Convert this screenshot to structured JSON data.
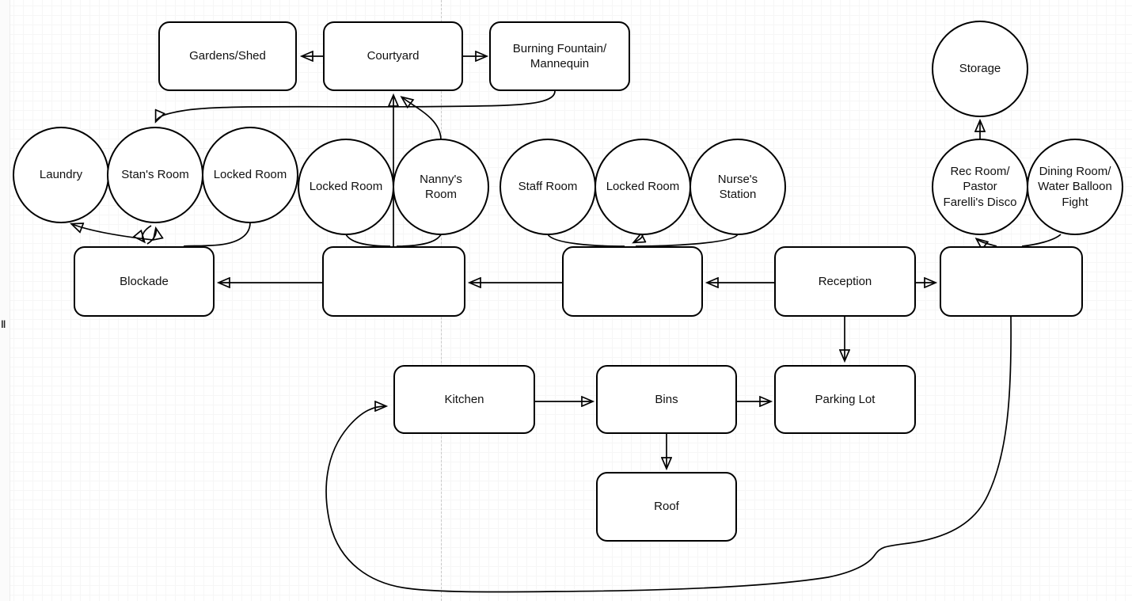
{
  "app": {
    "left_edge_marker": "‖"
  },
  "colors": {
    "shape_stroke": "#000000",
    "shape_fill": "#ffffff",
    "text": "#111111",
    "grid_minor": "#f6f6f6",
    "grid_major": "#e4e4e4",
    "page_break": "#c9c9c9"
  },
  "nodes": {
    "gardens_shed": {
      "label": "Gardens/Shed",
      "shape": "rounded-box"
    },
    "courtyard": {
      "label": "Courtyard",
      "shape": "rounded-box"
    },
    "burning_fountain_mannequin": {
      "label": "Burning Fountain/\nMannequin",
      "shape": "rounded-box"
    },
    "laundry": {
      "label": "Laundry",
      "shape": "circle"
    },
    "stans_room": {
      "label": "Stan's Room",
      "shape": "circle"
    },
    "locked_room_1": {
      "label": "Locked Room",
      "shape": "circle"
    },
    "locked_room_2": {
      "label": "Locked Room",
      "shape": "circle"
    },
    "nannys_room": {
      "label": "Nanny's\nRoom",
      "shape": "circle"
    },
    "staff_room": {
      "label": "Staff Room",
      "shape": "circle"
    },
    "locked_room_3": {
      "label": "Locked Room",
      "shape": "circle"
    },
    "nurses_station": {
      "label": "Nurse's\nStation",
      "shape": "circle"
    },
    "storage": {
      "label": "Storage",
      "shape": "circle"
    },
    "rec_room_pastor_farellis_disco": {
      "label": "Rec Room/\nPastor\nFarelli's Disco",
      "shape": "circle"
    },
    "dining_room_water_balloon_fight": {
      "label": "Dining Room/\nWater Balloon\nFight",
      "shape": "circle"
    },
    "blockade": {
      "label": "Blockade",
      "shape": "rounded-box"
    },
    "box_1": {
      "label": "",
      "shape": "rounded-box"
    },
    "box_2": {
      "label": "",
      "shape": "rounded-box"
    },
    "reception": {
      "label": "Reception",
      "shape": "rounded-box"
    },
    "box_3": {
      "label": "",
      "shape": "rounded-box"
    },
    "kitchen": {
      "label": "Kitchen",
      "shape": "rounded-box"
    },
    "bins": {
      "label": "Bins",
      "shape": "rounded-box"
    },
    "parking_lot": {
      "label": "Parking Lot",
      "shape": "rounded-box"
    },
    "roof": {
      "label": "Roof",
      "shape": "rounded-box"
    }
  },
  "edges": [
    {
      "from": "courtyard",
      "to": "gardens_shed",
      "directed": true
    },
    {
      "from": "courtyard",
      "to": "burning_fountain_mannequin",
      "directed": true
    },
    {
      "from": "box_1",
      "to": "courtyard",
      "directed": true
    },
    {
      "from": "nannys_room",
      "to": "courtyard",
      "directed": true
    },
    {
      "from": "burning_fountain_mannequin",
      "to": "stans_room",
      "directed": true
    },
    {
      "from": "blockade",
      "to": "laundry",
      "directed": true
    },
    {
      "from": "stans_room",
      "to": "blockade",
      "directed": true
    },
    {
      "from": "blockade",
      "to": "stans_room",
      "directed": true
    },
    {
      "from": "locked_room_1",
      "to": "blockade",
      "directed": false
    },
    {
      "from": "locked_room_2",
      "to": "box_1",
      "directed": false
    },
    {
      "from": "nannys_room",
      "to": "box_1",
      "directed": false
    },
    {
      "from": "box_1",
      "to": "blockade",
      "directed": true
    },
    {
      "from": "box_2",
      "to": "box_1",
      "directed": true
    },
    {
      "from": "reception",
      "to": "box_2",
      "directed": true
    },
    {
      "from": "reception",
      "to": "box_3",
      "directed": true
    },
    {
      "from": "reception",
      "to": "parking_lot",
      "directed": true
    },
    {
      "from": "staff_room",
      "to": "box_2",
      "directed": false
    },
    {
      "from": "nurses_station",
      "to": "box_2",
      "directed": false
    },
    {
      "from": "locked_room_3",
      "to": "box_2",
      "directed": true
    },
    {
      "from": "box_3",
      "to": "rec_room_pastor_farellis_disco",
      "directed": true
    },
    {
      "from": "dining_room_water_balloon_fight",
      "to": "box_3",
      "directed": false
    },
    {
      "from": "rec_room_pastor_farellis_disco",
      "to": "storage",
      "directed": true
    },
    {
      "from": "kitchen",
      "to": "bins",
      "directed": true
    },
    {
      "from": "bins",
      "to": "parking_lot",
      "directed": true
    },
    {
      "from": "bins",
      "to": "roof",
      "directed": true
    },
    {
      "from": "box_3",
      "to": "kitchen",
      "directed": true
    }
  ]
}
